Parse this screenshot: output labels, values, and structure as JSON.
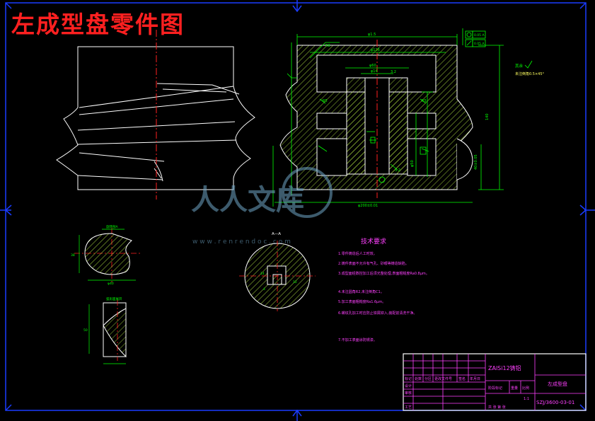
{
  "title": "左成型盘零件图",
  "technical_requirements": {
    "heading": "技术要求",
    "items": [
      "1.零件铸造后人工时效。",
      "2.铸件表面不允许有气孔、砂眼等铸造缺陷。",
      "3.成型面经数控加工后须光整处理,表面粗糙度Ra0.8μm。",
      "4.未注圆角R2,未注倒角C1。",
      "5.加工表面粗糙度Ra1.6μm。",
      "6.螺纹孔加工时应防止铁屑掉入,装配前清洗干净。",
      "7.不加工表面涂防锈漆。"
    ]
  },
  "section_label": "A—A",
  "watermark": {
    "brand": "人人文库",
    "url": "w w w . r e n r e n d o c . c o m"
  },
  "title_block": {
    "material": "ZAlSi12铸铝",
    "part_name": "左成型盘",
    "drawing_number": "SZJ/3600-03-01",
    "scale_value": "1:1",
    "sheet_info": "共  张 第  张",
    "row_labels": [
      "标记",
      "设计",
      "审核",
      "工艺"
    ],
    "header_cells": [
      "标记",
      "处数",
      "分区",
      "更改文件号",
      "签名",
      "年月日"
    ],
    "stage_labels": [
      "阶段标记",
      "重量",
      "比例"
    ]
  },
  "annotations": {
    "surface_note": "其余",
    "chamfer_note": "未注倒角0.5×45°",
    "tolerance_1": "0.05 A",
    "tolerance_2": "0.05 A"
  },
  "colors": {
    "background": "#000000",
    "outline": "#ffffff",
    "centerline": "#ff2020",
    "dimension": "#00ff00",
    "hatch": "#c8ff4a",
    "border": "#1a3cff",
    "title_block": "#ff40ff"
  }
}
